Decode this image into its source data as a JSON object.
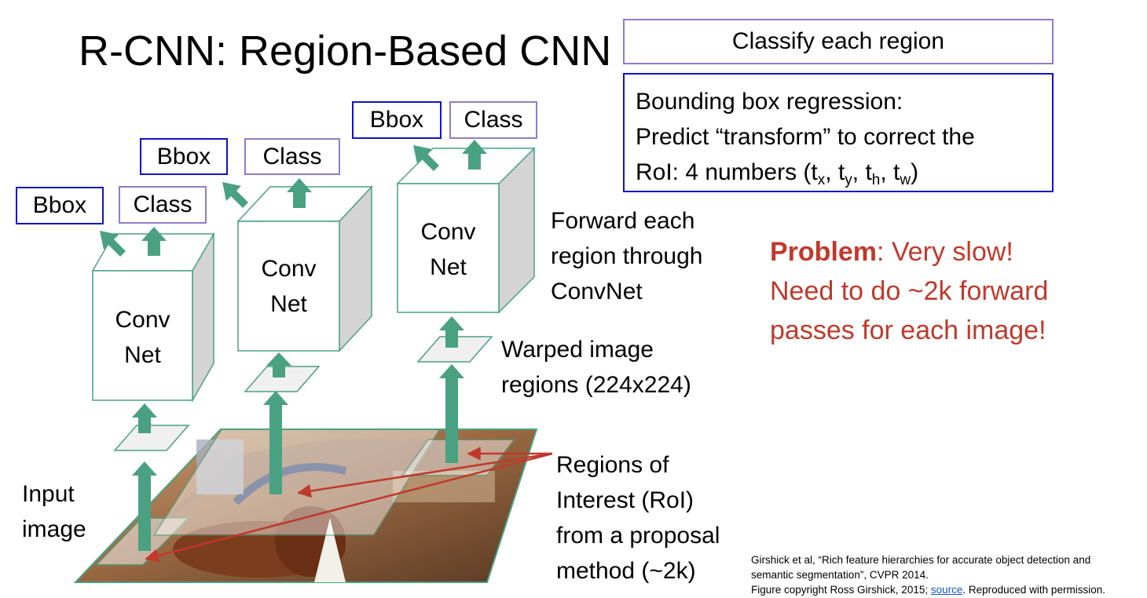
{
  "title": "R-CNN: Region-Based CNN",
  "classify_box": "Classify each region",
  "bbox_regression": {
    "line1": "Bounding box regression:",
    "line2": "Predict “transform” to correct the",
    "line3_prefix": "RoI: 4 numbers (t",
    "sub_x": "x",
    "sub_y": "y",
    "sub_h": "h",
    "sub_w": "w",
    "t": "t",
    "comma": ", ",
    "close": ")"
  },
  "outputs": [
    {
      "bbox": "Bbox",
      "class": "Class"
    },
    {
      "bbox": "Bbox",
      "class": "Class"
    },
    {
      "bbox": "Bbox",
      "class": "Class"
    }
  ],
  "convnets": [
    {
      "line1": "Conv",
      "line2": "Net"
    },
    {
      "line1": "Conv",
      "line2": "Net"
    },
    {
      "line1": "Conv",
      "line2": "Net"
    }
  ],
  "labels": {
    "forward": [
      "Forward each",
      "region through",
      "ConvNet"
    ],
    "warped": [
      "Warped image",
      "regions (224x224)"
    ],
    "input": [
      "Input",
      "image"
    ],
    "rois": [
      "Regions of",
      "Interest (RoI)",
      "from a proposal",
      "method (~2k)"
    ]
  },
  "problem": {
    "bold": "Problem",
    "rest": ": Very slow!",
    "line2": "Need to do ~2k forward",
    "line3": "passes for each image!"
  },
  "citation": {
    "line1": "Girshick et al, “Rich feature hierarchies for accurate object detection and",
    "line2": "semantic segmentation”, CVPR 2014.",
    "line3_prefix": "Figure copyright Ross Girshick, 2015; ",
    "link": "source",
    "line3_suffix": ". Reproduced with permission."
  },
  "colors": {
    "arrow": "#4aa181",
    "red": "#c0392b",
    "purple_border": "#8f7cc8",
    "blue_border": "#1212c8"
  }
}
